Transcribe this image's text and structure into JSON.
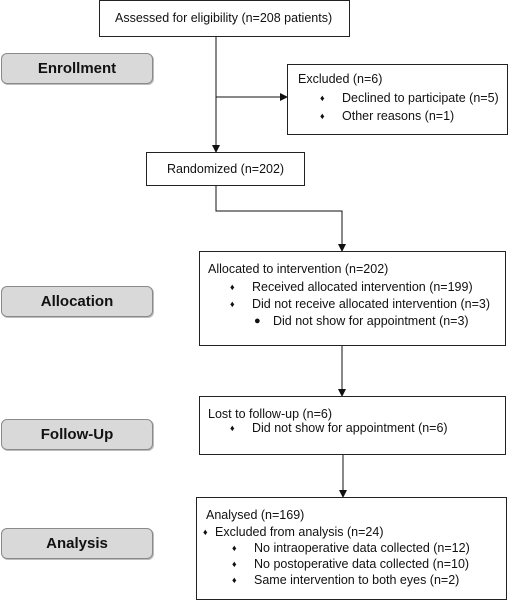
{
  "stages": {
    "enrollment": "Enrollment",
    "allocation": "Allocation",
    "follow_up": "Follow-Up",
    "analysis": "Analysis"
  },
  "assessed": {
    "text": "Assessed for eligibility (n=208 patients)"
  },
  "excluded": {
    "title": "Excluded  (n=6)",
    "items": [
      "Declined to participate (n=5)",
      "Other reasons (n=1)"
    ]
  },
  "randomized": {
    "text": "Randomized (n=202)"
  },
  "allocated": {
    "title": "Allocated to intervention (n=202)",
    "items": [
      "Received allocated intervention (n=199)",
      "Did not receive allocated intervention (n=3)"
    ],
    "subitems": [
      "Did not show for appointment (n=3)"
    ]
  },
  "lost": {
    "title": "Lost to follow-up (n=6)",
    "items": [
      "Did not show for appointment (n=6)"
    ]
  },
  "analysed": {
    "title": "Analysed  (n=169)",
    "excluded_title": "Excluded from analysis (n=24)",
    "items": [
      "No intraoperative data collected (n=12)",
      "No postoperative data collected (n=10)",
      "Same intervention to both eyes (n=2)"
    ]
  }
}
